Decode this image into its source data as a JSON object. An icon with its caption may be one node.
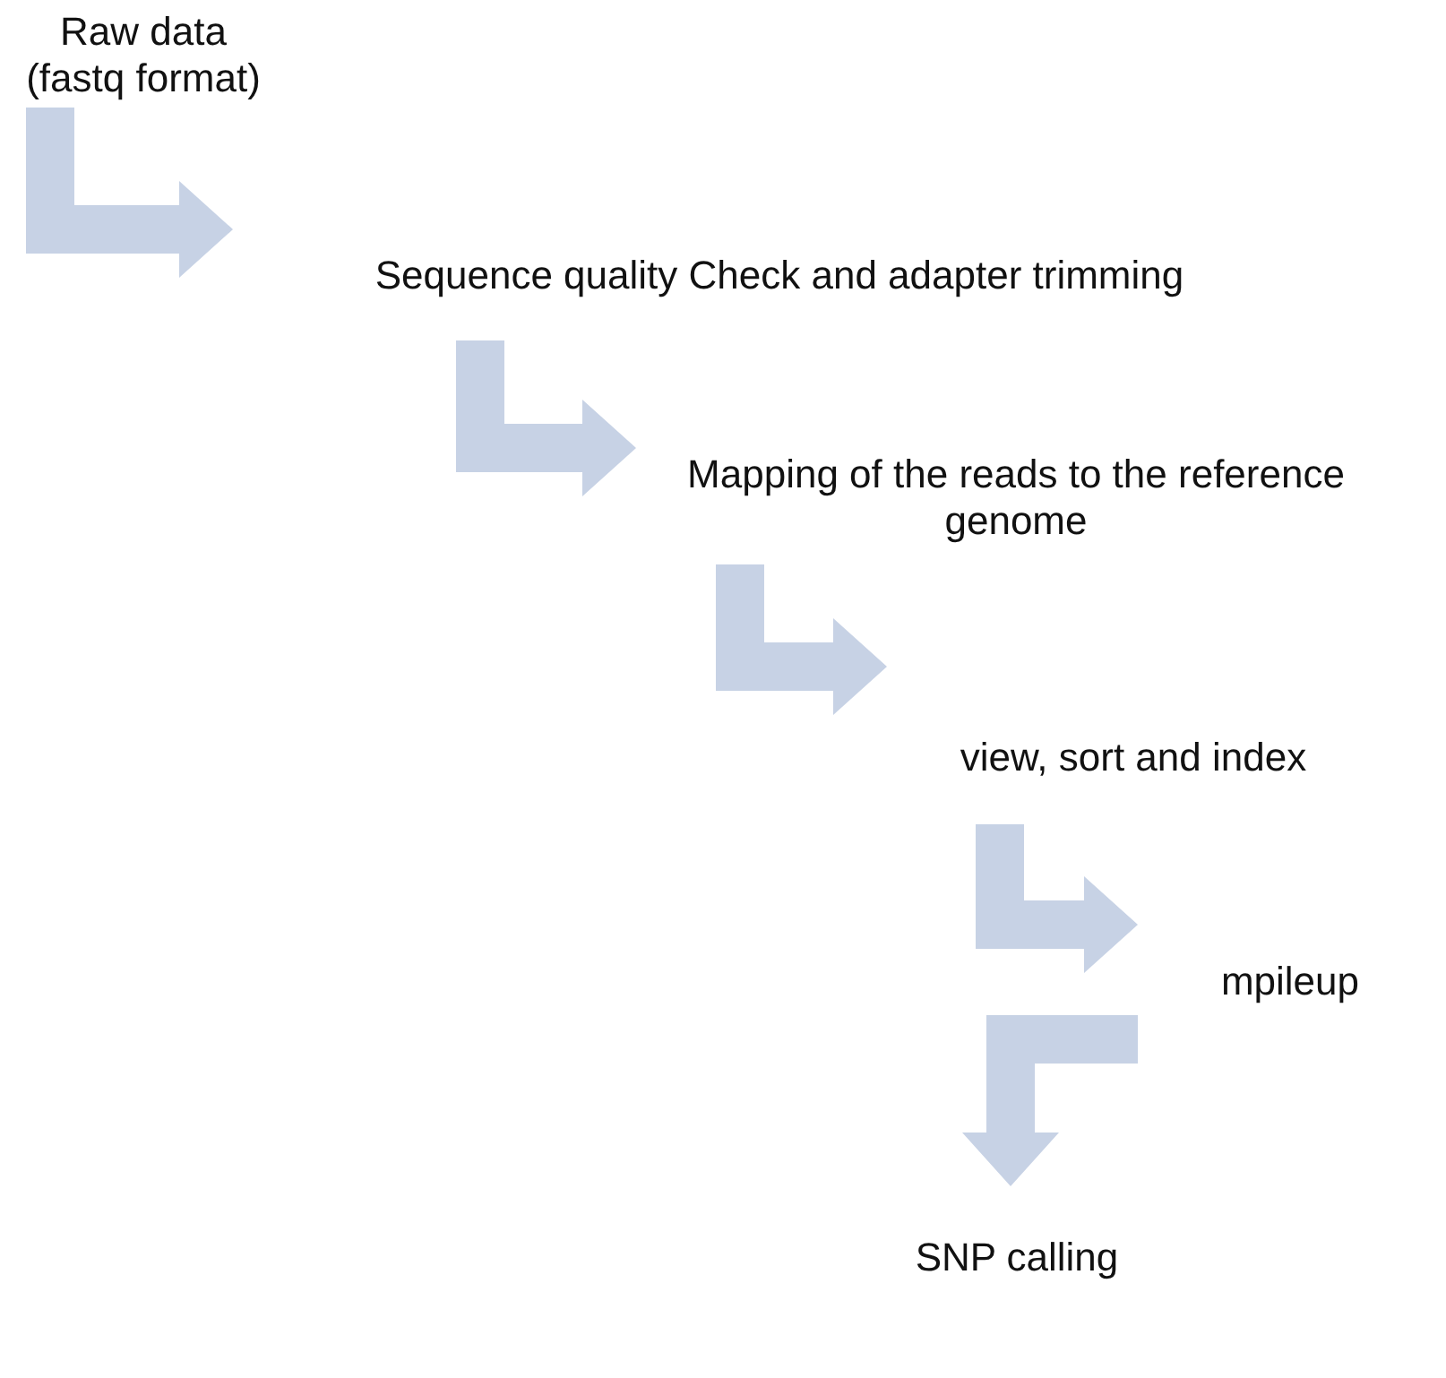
{
  "diagram": {
    "nodes": [
      {
        "text": [
          "Raw data (fastq format)"
        ]
      },
      {
        "text": [
          "Sequence quality Check and adapter trimming"
        ]
      },
      {
        "text": [
          "Mapping of the reads to the reference genome"
        ]
      },
      {
        "text": [
          "view, sort and index"
        ]
      },
      {
        "text": [
          "mpileup"
        ]
      },
      {
        "text": [
          "SNP calling"
        ]
      }
    ],
    "edges": [
      {
        "from": 0,
        "to": 1,
        "arrow": "to"
      },
      {
        "from": 1,
        "to": 2,
        "arrow": "to"
      },
      {
        "from": 2,
        "to": 3,
        "arrow": "to"
      },
      {
        "from": 3,
        "to": 4,
        "arrow": "to"
      },
      {
        "from": 4,
        "to": 5,
        "arrow": "to"
      }
    ]
  }
}
